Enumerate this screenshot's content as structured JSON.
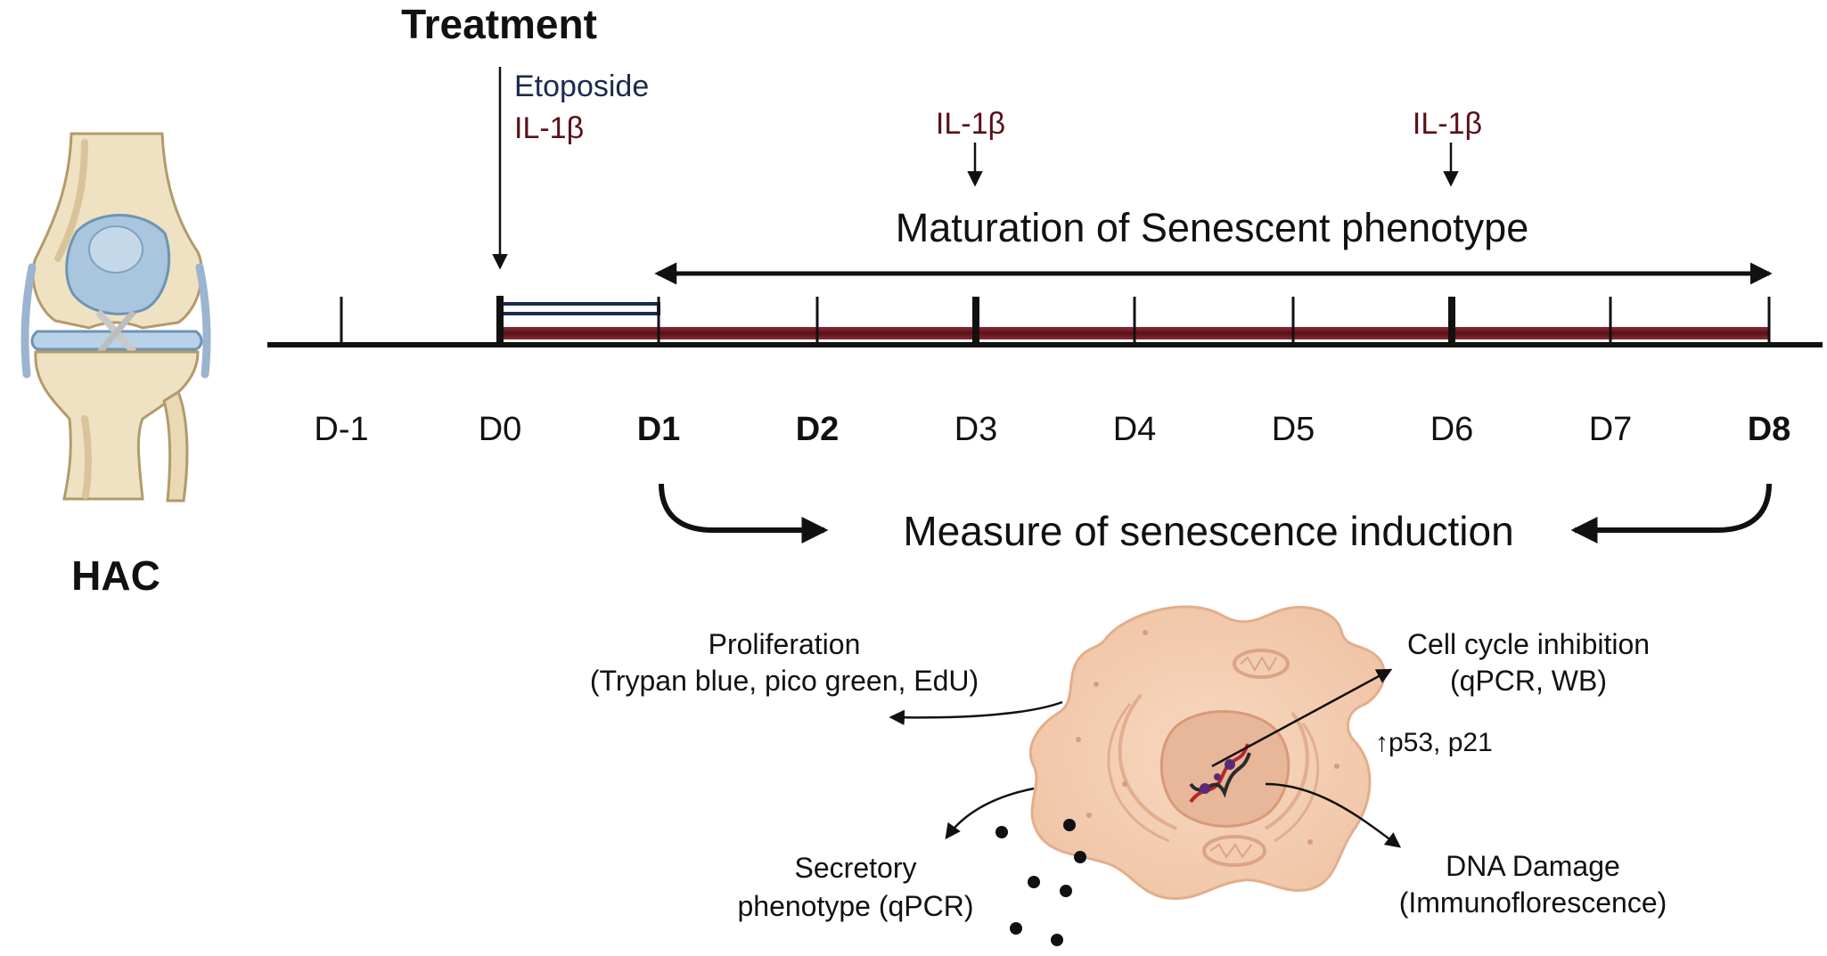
{
  "left_panel": {
    "label": "HAC"
  },
  "treatment": {
    "title": "Treatment",
    "agents_d0": [
      "Etoposide",
      "IL-1β"
    ],
    "redosing": [
      {
        "agent": "IL-1β",
        "day": "D3"
      },
      {
        "agent": "IL-1β",
        "day": "D6"
      }
    ]
  },
  "timeline": {
    "days": [
      {
        "label": "D-1",
        "bold": false
      },
      {
        "label": "D0",
        "bold": false
      },
      {
        "label": "D1",
        "bold": true
      },
      {
        "label": "D2",
        "bold": true
      },
      {
        "label": "D3",
        "bold": false
      },
      {
        "label": "D4",
        "bold": false
      },
      {
        "label": "D5",
        "bold": false
      },
      {
        "label": "D6",
        "bold": false
      },
      {
        "label": "D7",
        "bold": false
      },
      {
        "label": "D8",
        "bold": true
      }
    ],
    "etoposide_window": {
      "from": "D0",
      "to": "D1"
    },
    "il1b_window": {
      "from": "D0",
      "to": "D8"
    },
    "maturation_label": "Maturation of Senescent phenotype",
    "measure_label": "Measure of senescence induction"
  },
  "cell_readouts": {
    "proliferation": {
      "title": "Proliferation",
      "methods": "(Trypan blue, pico green, EdU)"
    },
    "cell_cycle": {
      "title": "Cell cycle inhibition",
      "methods": "(qPCR, WB)",
      "markers": "↑p53, p21"
    },
    "secretory": {
      "line1": "Secretory",
      "line2": "phenotype (qPCR)"
    },
    "dna_damage": {
      "title": "DNA Damage",
      "methods": "(Immunoflorescence)"
    }
  },
  "colors": {
    "etoposide": "#1c2a4f",
    "il1b": "#6b1a24",
    "timeline": "#111111",
    "cell": "#f4cdb0",
    "cell_outline": "#e0a987",
    "nucleus": "#eab89b"
  }
}
